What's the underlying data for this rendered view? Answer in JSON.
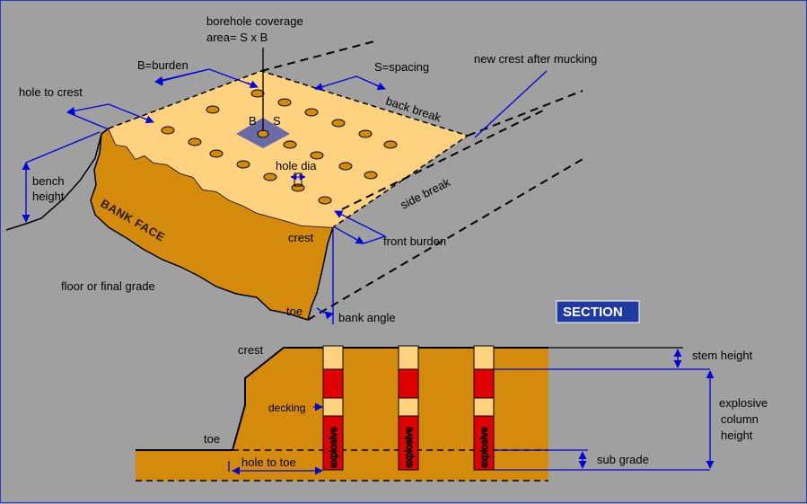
{
  "colors": {
    "background": "#a0a0a0",
    "bench_top": "#ffd27f",
    "bench_face": "#d48a0a",
    "hole": "#d48a0a",
    "dimension": "#0000dd",
    "coverage_square": "#6a6aa8",
    "explosive": "#e00000",
    "stemming": "#ffd27f",
    "section_badge": "#1f3aa0"
  },
  "plan": {
    "borehole_coverage_line1": "borehole coverage",
    "borehole_coverage_line2": "area= S x B",
    "burden": "B=burden",
    "spacing": "S=spacing",
    "new_crest": "new crest after mucking",
    "hole_to_crest": "hole to crest",
    "b_letter": "B",
    "s_letter": "S",
    "back_break": "back break",
    "bench_height_line1": "bench",
    "bench_height_line2": "height",
    "hole_dia": "hole dia",
    "side_break": "side break",
    "bank_face": "BANK FACE",
    "crest": "crest",
    "front_burden": "front burden",
    "floor": "floor or final grade",
    "toe": "toe",
    "bank_angle": "bank angle"
  },
  "section": {
    "badge": "SECTION",
    "crest": "crest",
    "toe": "toe",
    "decking": "decking",
    "hole_to_toe": "hole to toe",
    "explosive": "explosive",
    "stem_height": "stem height",
    "explosive_column_line1": "explosive",
    "explosive_column_line2": "column",
    "explosive_column_line3": "height",
    "sub_grade": "sub grade"
  }
}
